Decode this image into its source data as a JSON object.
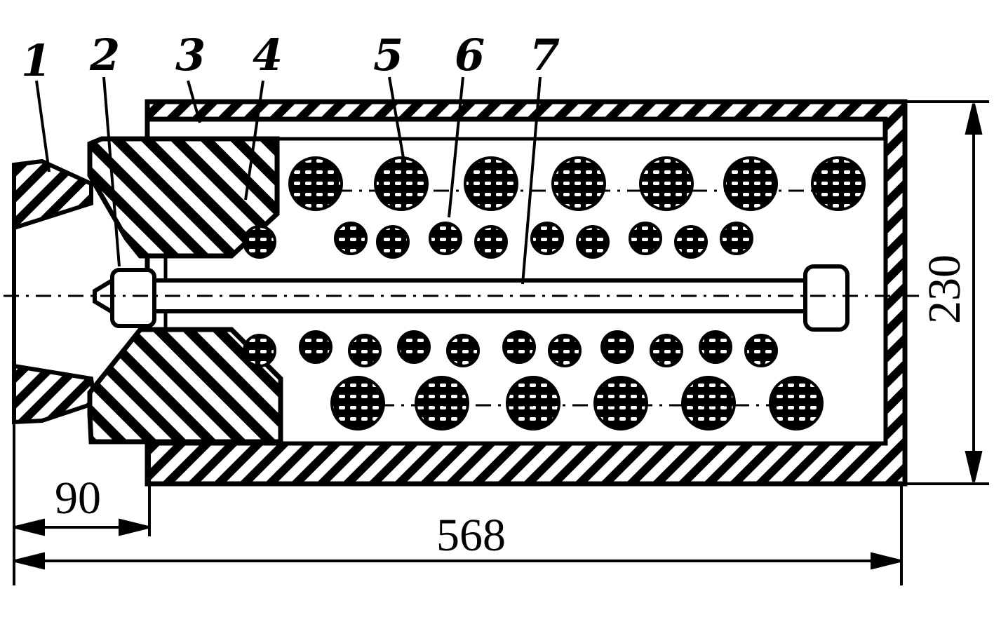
{
  "figure": {
    "part_labels": [
      "1",
      "2",
      "3",
      "4",
      "5",
      "6",
      "7"
    ],
    "dimensions": {
      "overall_length": "568",
      "inlet_length": "90",
      "diameter": "230"
    },
    "ink_color": "#000000",
    "background_color": "#ffffff"
  }
}
